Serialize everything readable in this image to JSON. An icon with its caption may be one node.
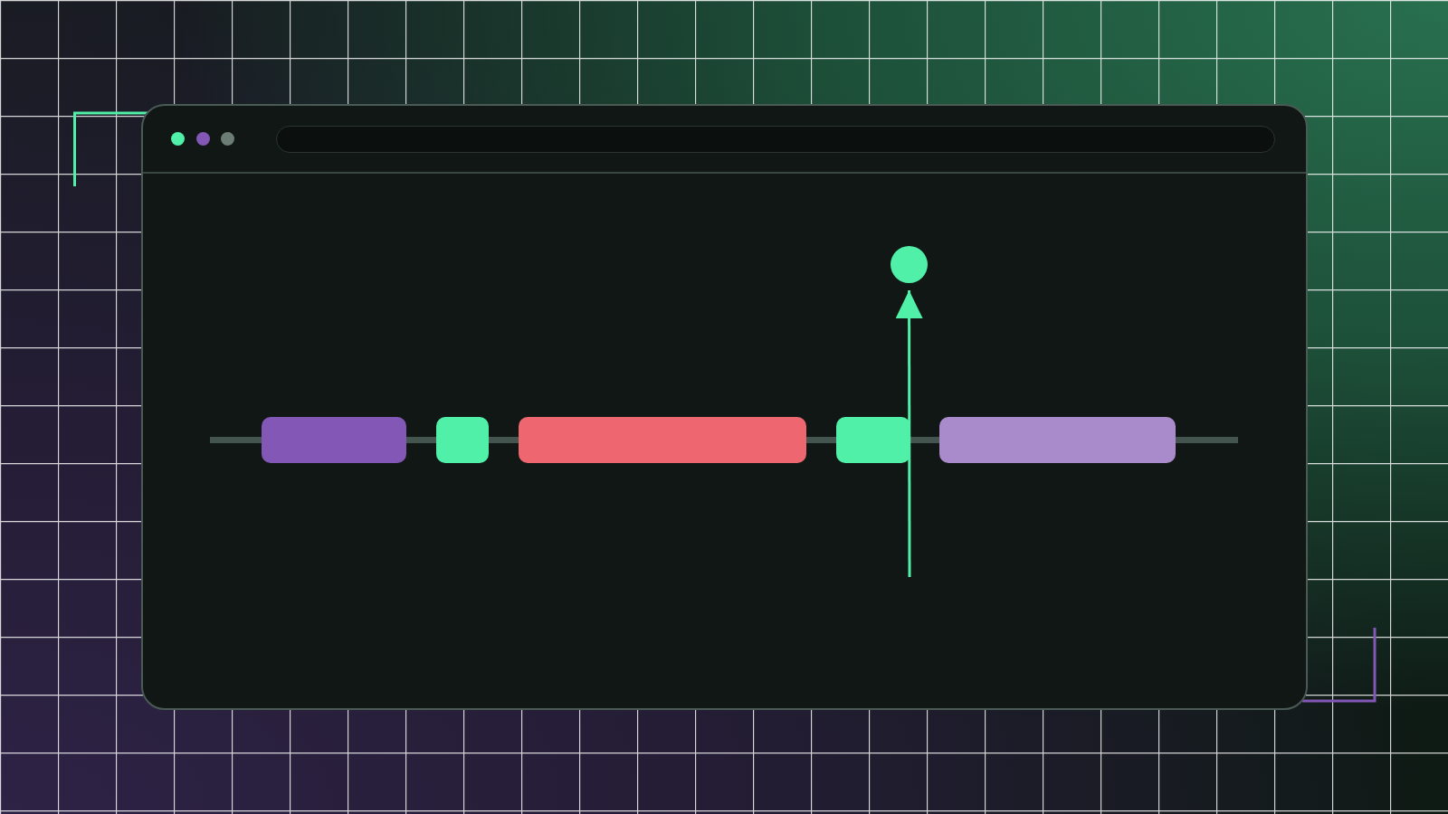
{
  "diagram": {
    "nodes": [
      {
        "text": [],
        "shape": "box"
      },
      {
        "text": [],
        "shape": "bar",
        "in": 0
      },
      {
        "text": [],
        "shape": "bar",
        "in": 0
      },
      {
        "text": [],
        "shape": "bar",
        "in": 0
      },
      {
        "text": [],
        "shape": "bar",
        "in": 0
      },
      {
        "text": [],
        "shape": "bar",
        "in": 0
      },
      {
        "text": [],
        "shape": "circle",
        "in": 0
      }
    ],
    "edges": [
      {
        "from": null,
        "to": 1,
        "arrow": "none"
      },
      {
        "from": 1,
        "to": 2,
        "arrow": "none"
      },
      {
        "from": 2,
        "to": 3,
        "arrow": "none"
      },
      {
        "from": 3,
        "to": 4,
        "arrow": "none"
      },
      {
        "from": 4,
        "to": 5,
        "arrow": "none"
      },
      {
        "from": 5,
        "to": null,
        "arrow": "none"
      },
      {
        "from": null,
        "to": 6,
        "arrow": "to",
        "color": "#50f0a8"
      }
    ]
  }
}
